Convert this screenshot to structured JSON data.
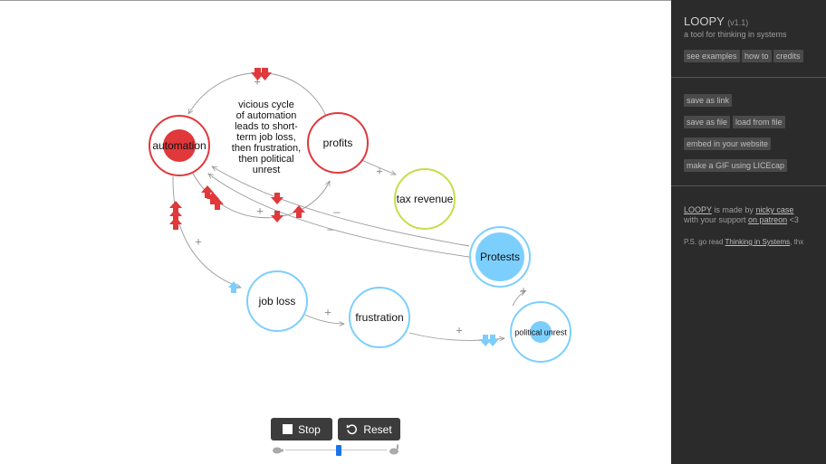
{
  "app": {
    "name": "LOOPY",
    "version": "(v1.1)",
    "tagline": "a tool for thinking in systems"
  },
  "nodes": [
    {
      "id": "automation",
      "label": "automation",
      "color": "#e0383b",
      "fill": 0.55
    },
    {
      "id": "profits",
      "label": "profits",
      "color": "#e0383b",
      "fill": 0.0
    },
    {
      "id": "tax_revenue",
      "label": "tax revenue",
      "color": "#c8dc4a",
      "fill": 0.0
    },
    {
      "id": "protests",
      "label": "Protests",
      "color": "#7ccffd",
      "fill": 0.8
    },
    {
      "id": "job_loss",
      "label": "job loss",
      "color": "#7ccffd",
      "fill": 0.0
    },
    {
      "id": "frustration",
      "label": "frustration",
      "color": "#7ccffd",
      "fill": 0.0
    },
    {
      "id": "political_unrest",
      "label": "political unrest",
      "color": "#7ccffd",
      "fill": 0.45
    }
  ],
  "edges": [
    {
      "from": "profits",
      "to": "automation",
      "sign": "+"
    },
    {
      "from": "automation",
      "to": "profits",
      "sign": "+"
    },
    {
      "from": "profits",
      "to": "tax_revenue",
      "sign": "+"
    },
    {
      "from": "automation",
      "to": "job_loss",
      "sign": "+"
    },
    {
      "from": "job_loss",
      "to": "frustration",
      "sign": "+"
    },
    {
      "from": "frustration",
      "to": "political_unrest",
      "sign": "+"
    },
    {
      "from": "political_unrest",
      "to": "protests",
      "sign": "+"
    },
    {
      "from": "protests",
      "to": "automation",
      "sign": "–"
    },
    {
      "from": "protests",
      "to": "automation",
      "sign": "–"
    }
  ],
  "note": [
    "vicious cycle",
    "of automation",
    "leads to short-",
    "term job loss,",
    "then frustration,",
    "then political",
    "unrest"
  ],
  "controls": {
    "stop": "Stop",
    "reset": "Reset",
    "speed": 0.53
  },
  "sidebar": {
    "see_examples": "see examples",
    "how_to": "how to",
    "credits": "credits",
    "save_as_link": "save as link",
    "save_as_file": "save as file",
    "load_from_file": "load from file",
    "embed": "embed in your website",
    "gif": "make a GIF using LICEcap",
    "made_by_prefix": "LOOPY",
    "made_by_mid": " is made by ",
    "author": "nicky case",
    "support_prefix": "with your support ",
    "patreon": "on patreon",
    "support_suffix": " <3",
    "ps_prefix": "P.S. go read ",
    "book": "Thinking in Systems",
    "ps_suffix": ", thx"
  },
  "colors": {
    "red": "#e0383b",
    "blue": "#7ccffd",
    "yellow": "#c8dc4a",
    "edge": "#999999",
    "sidebar_bg": "#2b2b2b"
  }
}
